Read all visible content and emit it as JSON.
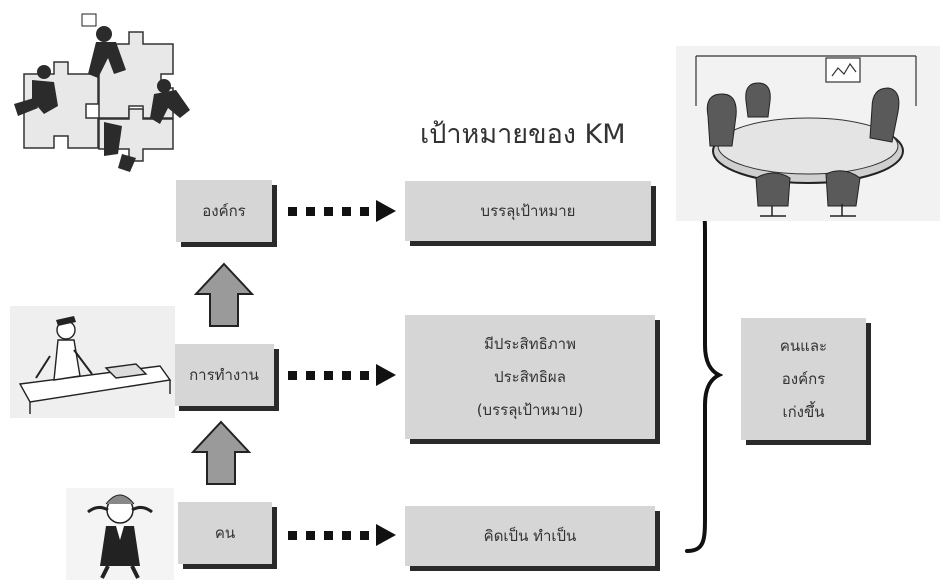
{
  "title": "เป้าหมายของ KM",
  "left_column": {
    "organization": "องค์กร",
    "work": "การทำงาน",
    "people": "คน"
  },
  "middle_column": {
    "goal": "บรรลุเป้าหมาย",
    "effective_lines": [
      "มีประสิทธิภาพ",
      "ประสิทธิผล",
      "(บรรลุเป้าหมาย)"
    ],
    "think_do": "คิดเป็น ทำเป็น"
  },
  "result_lines": [
    "คนและ",
    "องค์กร",
    "เก่งขึ้น"
  ],
  "icons": {
    "top_left": "puzzle-workers-illustration",
    "top_right": "meeting-room-illustration",
    "middle_left": "worker-at-desk-illustration",
    "bottom_left": "thinking-person-illustration"
  }
}
